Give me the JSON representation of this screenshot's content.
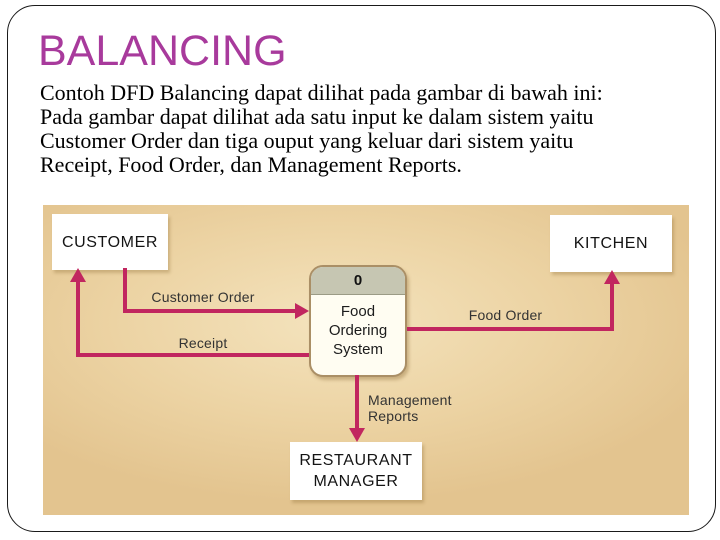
{
  "slide": {
    "title": "BALANCING",
    "paragraph_lines": [
      "Contoh DFD Balancing dapat dilihat pada gambar di bawah ini:",
      "Pada gambar dapat dilihat ada satu input ke dalam sistem yaitu",
      "Customer Order dan tiga ouput yang keluar dari sistem yaitu",
      "Receipt, Food Order, dan Management Reports."
    ]
  },
  "diagram": {
    "entities": {
      "customer": "CUSTOMER",
      "kitchen": "KITCHEN",
      "restaurant_manager": "RESTAURANT MANAGER"
    },
    "process": {
      "number": "0",
      "name": "Food Ordering System"
    },
    "flows": {
      "customer_order": "Customer Order",
      "receipt": "Receipt",
      "food_order": "Food Order",
      "management_reports": "Management Reports"
    }
  },
  "colors": {
    "title_color": "#a83a9c",
    "arrow_color": "#c1265f",
    "diagram_bg_edge": "#e3c48f",
    "diagram_bg_center": "#f4e3bd",
    "process_border": "#aa8f66",
    "process_header": "#c6c6b2",
    "process_body": "#fffdf2"
  }
}
